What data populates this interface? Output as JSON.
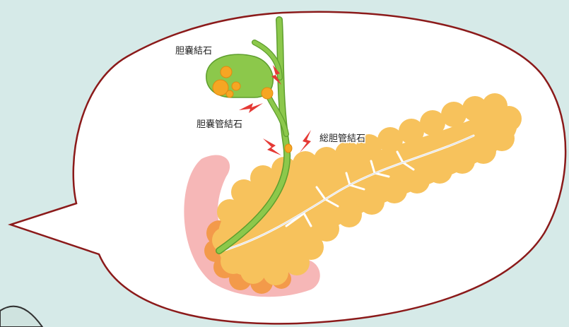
{
  "labels": {
    "gallbladder_stone": "胆嚢結石",
    "cystic_duct_stone": "胆嚢管結石",
    "common_bile_duct_stone": "総胆管結石"
  },
  "colors": {
    "background": "#d6eae8",
    "bubble_fill": "#ffffff",
    "bubble_stroke": "#8b1a1a",
    "pancreas": "#f7c25c",
    "pancreas_shadow": "#f39a4a",
    "duodenum": "#f6b7b7",
    "bile_duct": "#8cc84b",
    "bile_duct_outline": "#5e9e2e",
    "stone": "#f6a623",
    "pain_bolt": "#e53935",
    "pancreatic_duct": "#ffffff"
  }
}
